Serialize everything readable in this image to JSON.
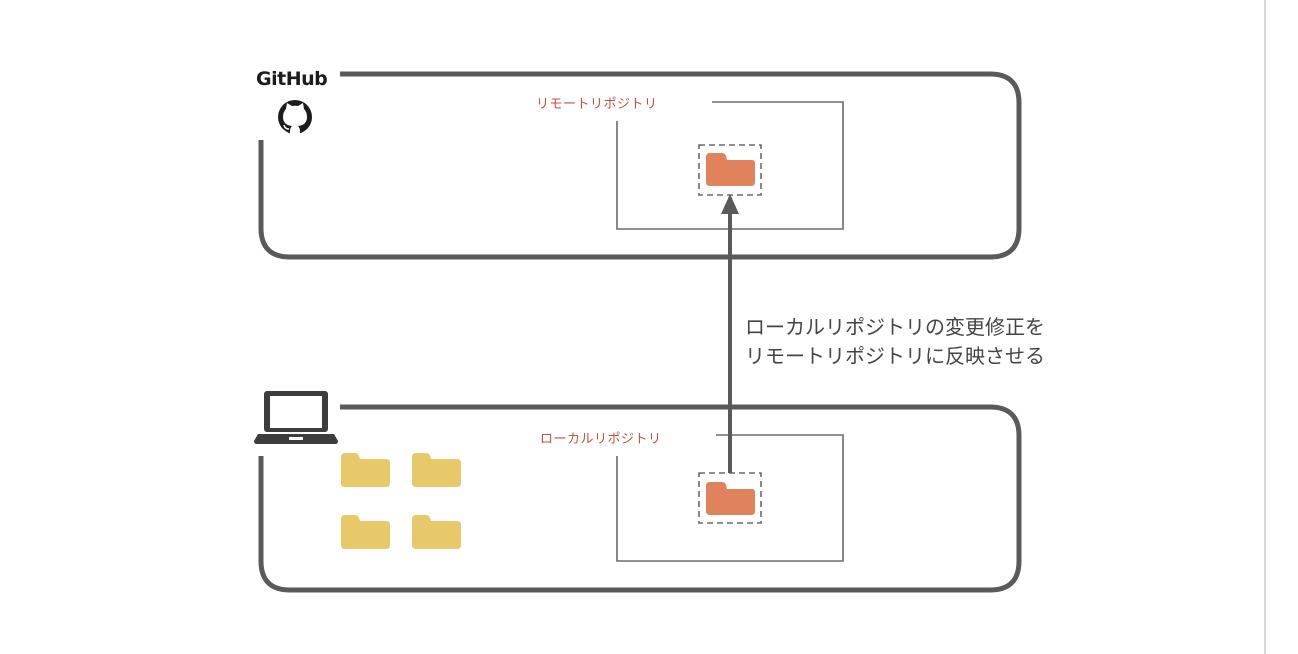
{
  "diagram": {
    "github": {
      "label": "GitHub",
      "icon": "github-octocat-icon"
    },
    "local_machine": {
      "icon": "laptop-icon",
      "folder_icons": [
        "folder-icon",
        "folder-icon",
        "folder-icon",
        "folder-icon"
      ]
    },
    "remote_repository": {
      "label": "リモートリポジトリ",
      "icon": "folder-icon"
    },
    "local_repository": {
      "label": "ローカルリポジトリ",
      "icon": "folder-icon"
    },
    "arrow": {
      "direction": "up",
      "from": "local_repository",
      "to": "remote_repository"
    },
    "caption_lines": [
      "ローカルリポジトリの変更修正を",
      "リモートリポジトリに反映させる"
    ]
  },
  "colors": {
    "frame_stroke": "#5a5a5a",
    "repo_box_stroke": "#6b6b6b",
    "label_red": "#c4533f",
    "repo_folder": "#e0835c",
    "local_folder": "#e8c96a",
    "icon_dark": "#1c1c1c",
    "divider": "#d9d9d9"
  }
}
